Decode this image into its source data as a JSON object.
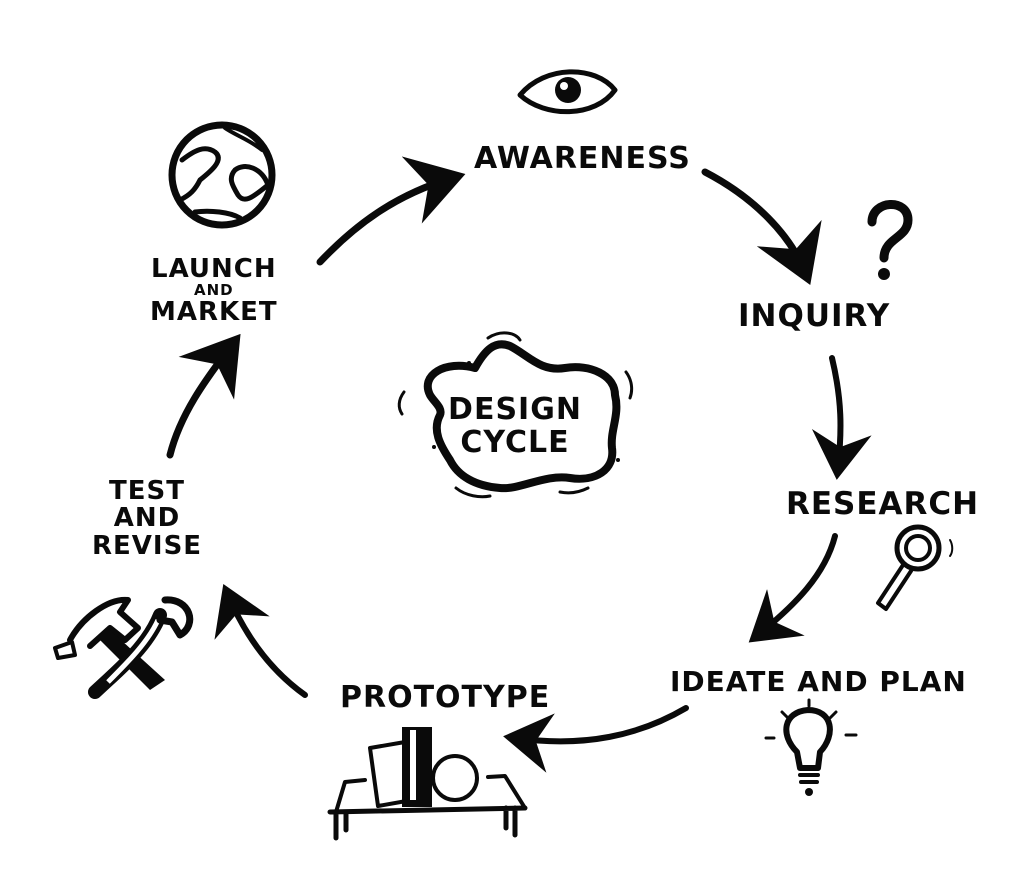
{
  "title": "Design Cycle",
  "center": {
    "line1": "DESIGN",
    "line2": "CYCLE",
    "shape": "blob-icon"
  },
  "stages": [
    {
      "label": "AWARENESS",
      "icon": "eye-icon"
    },
    {
      "label": "INQUIRY",
      "icon": "question-mark-icon"
    },
    {
      "label": "RESEARCH",
      "icon": "magnifying-glass-icon"
    },
    {
      "label": "IDEATE AND PLAN",
      "icon": "lightbulb-icon"
    },
    {
      "label": "PROTOTYPE",
      "icon": "prototype-table-icon"
    },
    {
      "label_lines": [
        "TEST",
        "AND",
        "REVISE"
      ],
      "icon": "hammer-wrench-icon"
    },
    {
      "label_lines": [
        "LAUNCH",
        "AND",
        "MARKET"
      ],
      "icon": "globe-icon"
    }
  ],
  "flow": [
    {
      "from": "LAUNCH AND MARKET",
      "to": "AWARENESS"
    },
    {
      "from": "AWARENESS",
      "to": "INQUIRY"
    },
    {
      "from": "INQUIRY",
      "to": "RESEARCH"
    },
    {
      "from": "RESEARCH",
      "to": "IDEATE AND PLAN"
    },
    {
      "from": "IDEATE AND PLAN",
      "to": "PROTOTYPE"
    },
    {
      "from": "PROTOTYPE",
      "to": "TEST AND REVISE"
    },
    {
      "from": "TEST AND REVISE",
      "to": "LAUNCH AND MARKET"
    }
  ],
  "colors": {
    "ink": "#0a0a0a",
    "background": "#ffffff"
  }
}
